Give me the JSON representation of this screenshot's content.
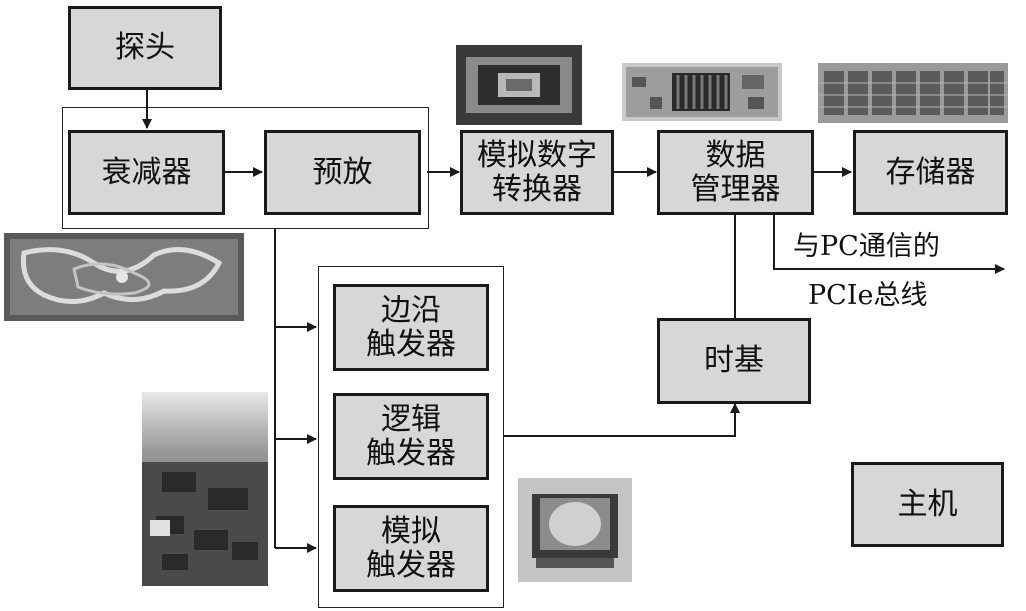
{
  "blocks": {
    "probe": "探头",
    "attenuator": "衰减器",
    "preamp": "预放",
    "adc": "模拟数字\n转换器",
    "data_manager": "数据\n管理器",
    "storage": "存储器",
    "timebase": "时基",
    "edge_trigger": "边沿\n触发器",
    "logic_trigger": "逻辑\n触发器",
    "analog_trigger": "模拟\n触发器",
    "host": "主机"
  },
  "labels": {
    "pcie_line1": "与PC通信的",
    "pcie_line2": "PCIe总线"
  },
  "colors": {
    "block_fill": "#d7d7d7",
    "line": "#1a1a1a"
  }
}
